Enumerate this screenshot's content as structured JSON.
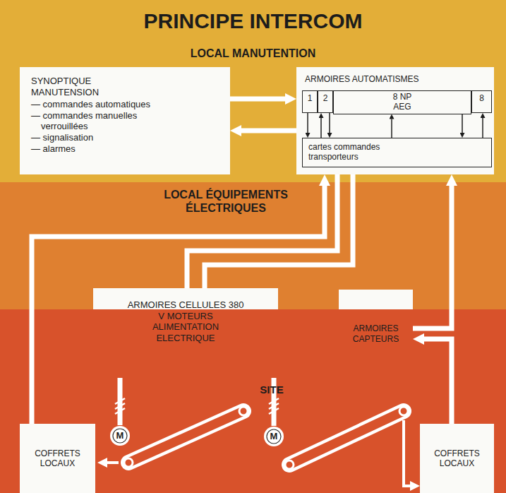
{
  "diagram": {
    "title": "PRINCIPE INTERCOM",
    "nodes": [
      {
        "text": [
          "LOCAL MANUTENTION"
        ]
      },
      {
        "text": [
          "SYNOPTIQUE MANUTENSION",
          "— commandes automatiques",
          "— commandes manuelles verrouillées",
          "— signalisation",
          "— alarmes"
        ],
        "in": 0
      },
      {
        "text": [
          "ARMOIRES AUTOMATISMES"
        ],
        "in": 0
      },
      {
        "text": [
          "1"
        ],
        "in": 2
      },
      {
        "text": [
          "2"
        ],
        "in": 2
      },
      {
        "text": [
          "8 NP AEG"
        ],
        "in": 2
      },
      {
        "text": [
          "8"
        ],
        "in": 2
      },
      {
        "text": [
          "cartes commandes transporteurs"
        ],
        "in": 2
      },
      {
        "text": [
          "LOCAL ÉQUIPEMENTS ÉLECTRIQUES"
        ]
      },
      {
        "text": [
          "ARMOIRES CELLULES 380 V MOTEURS ALIMENTATION ELECTRIQUE"
        ],
        "in": 8
      },
      {
        "text": [
          "ARMOIRES CAPTEURS"
        ],
        "in": 8
      },
      {
        "text": [
          "SITE"
        ]
      },
      {
        "text": [
          "COFFRETS LOCAUX"
        ],
        "in": 11
      },
      {
        "text": [
          "M"
        ],
        "in": 11
      },
      {
        "text": [
          "M"
        ],
        "in": 11
      },
      {
        "text": [
          "COFFRETS LOCAUX"
        ],
        "in": 11
      }
    ],
    "edges": [
      {
        "from": 1,
        "to": 2,
        "arrow": "to"
      },
      {
        "from": 2,
        "to": 1,
        "arrow": "to"
      },
      {
        "from": 3,
        "to": 7,
        "arrow": "to"
      },
      {
        "from": 7,
        "to": 4,
        "arrow": "to"
      },
      {
        "from": 4,
        "to": 7,
        "arrow": "to"
      },
      {
        "from": 7,
        "to": 5,
        "arrow": "to"
      },
      {
        "from": 5,
        "to": 7,
        "arrow": "to"
      },
      {
        "from": 7,
        "to": 6,
        "arrow": "to"
      },
      {
        "from": 12,
        "to": 2,
        "arrow": "to"
      },
      {
        "from": 9,
        "to": 2,
        "arrow": "none"
      },
      {
        "from": 9,
        "to": 2,
        "arrow": "none"
      },
      {
        "from": 9,
        "to": 13,
        "arrow": "none"
      },
      {
        "from": 9,
        "to": 14,
        "arrow": "none"
      },
      {
        "from": 10,
        "to": 2,
        "arrow": "to"
      },
      {
        "from": 15,
        "to": 10,
        "arrow": "to"
      }
    ]
  }
}
